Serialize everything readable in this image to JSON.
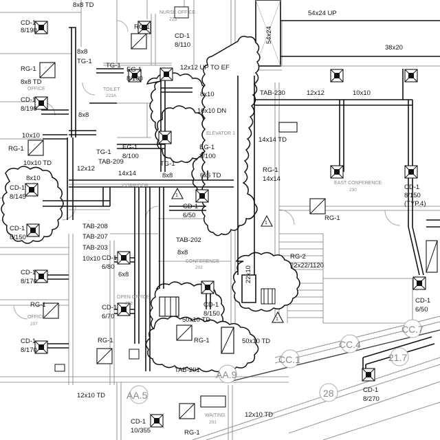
{
  "rooms": {
    "nurse_office": "NURSE OFFICE",
    "nurse_office_num": "223",
    "office_top": "OFFICE",
    "toilet": "TOILET",
    "toilet_num": "223A",
    "elevator": "ELEVATOR 1",
    "corridor": "CORRIDOR",
    "east_conference": "EAST CONFERENCE",
    "east_conference_num": "230",
    "conference": "CONFERENCE",
    "conference_num": "202",
    "open_office": "OPEN OFFICE",
    "open_office_num": "203",
    "office_bottom": "OFFICE",
    "office_bottom_num": "207",
    "waiting": "WAITING",
    "waiting_num": "201"
  },
  "labels": {
    "top_left_size": "8x8 TD",
    "up_54x24": "54x24 UP",
    "size_54x24": "54x24",
    "size_38x20": "38x20",
    "cd1_190a": "CD-1",
    "cd1_190a_size": "8/190",
    "rg1_top": "RG-1",
    "cd1_110": "CD-1",
    "cd1_110_size": "8/110",
    "size_8x8": "8x8",
    "tg1_a": "TG-1",
    "tg1_b": "TG-1",
    "rg1_left": "RG-1",
    "td_8x8": "8x8 TD",
    "eg1_100": "EG-1",
    "eg1_100_size": "8/100",
    "up_ef": "12x12 UP TO EF",
    "cd1_190b": "CD-1",
    "cd1_190b_size": "8/190",
    "size_8x10a": "8x10",
    "size_10x10dn": "10x10 DN",
    "size_8x8b": "8x8",
    "tab230": "TAB-230",
    "size_12x12": "12x12",
    "size_10x10": "10x10",
    "td_14x14": "14x14 TD",
    "size_10x10b": "10x10",
    "rg1_mid": "RG-1",
    "tg1_c": "TG-1",
    "eg1_b": "EG-1",
    "eg1_b_size": "8/100",
    "eg1_c": "EG-1",
    "eg1_c_size": "8/100",
    "td_10x10": "10x10 TD",
    "tab209": "TAB-209",
    "tg1_d": "TG-1",
    "size_8x10b": "8x10",
    "size_12x12b": "12x12",
    "size_14x14": "14x14",
    "size_8x8c": "8x8",
    "td_6x6": "6x6 TD",
    "rg1_14": "RG-1",
    "rg1_14_size": "14x14",
    "cd1_150r": "CD-1",
    "cd1_150r_size": "8/150",
    "cd1_150r_typ": "(TYP.4)",
    "cd1_145": "CD-1",
    "cd1_145_size": "8/145",
    "cd1_50a": "CD-1",
    "cd1_50a_size": "6/50",
    "rg1_right": "RG-1",
    "tab208": "TAB-208",
    "cd1_150l": "CD-1",
    "cd1_150l_size": "8/150",
    "tab207": "TAB-207",
    "tab202": "TAB-202",
    "tab203": "TAB-203",
    "size_10x10c": "10x10",
    "cd1_80": "CD-1",
    "cd1_80_size": "6/80",
    "size_8x8d": "8x8",
    "rg2": "RG-2",
    "rg2_size": "22x22/1120",
    "size_6x8": "6x8",
    "cd1_170a": "CD-1",
    "cd1_170a_size": "8/170",
    "size_22x10": "22x10",
    "cd1_50b": "CD-1",
    "cd1_50b_size": "6/50",
    "rg1_office": "RG-1",
    "cd1_70": "CD-1",
    "cd1_70_size": "6/70",
    "cd1_150c": "CD-1",
    "cd1_150c_size": "8/150",
    "size_50x10a": "50x10 TD",
    "rg1_c": "RG-1",
    "size_50x10b": "50x10 TD",
    "cd1_170b": "CD-1",
    "cd1_170b_size": "8/170",
    "rg1_d": "RG-1",
    "tab201": "TAB-201",
    "td_12x10a": "12x10 TD",
    "cd1_270": "CD-1",
    "cd1_270_size": "8/270",
    "cd1_355": "CD-1",
    "cd1_355_size": "10/355",
    "rg1_e": "RG-1",
    "td_12x10b": "12x10 TD",
    "delta": "1"
  },
  "grid_bubbles": {
    "cc1": "CC.1",
    "cc4": "CC.4",
    "cc7": "CC.7",
    "aa9": "AA.9",
    "aa5": "AA.5",
    "n28": "28",
    "n217": "21.7"
  }
}
